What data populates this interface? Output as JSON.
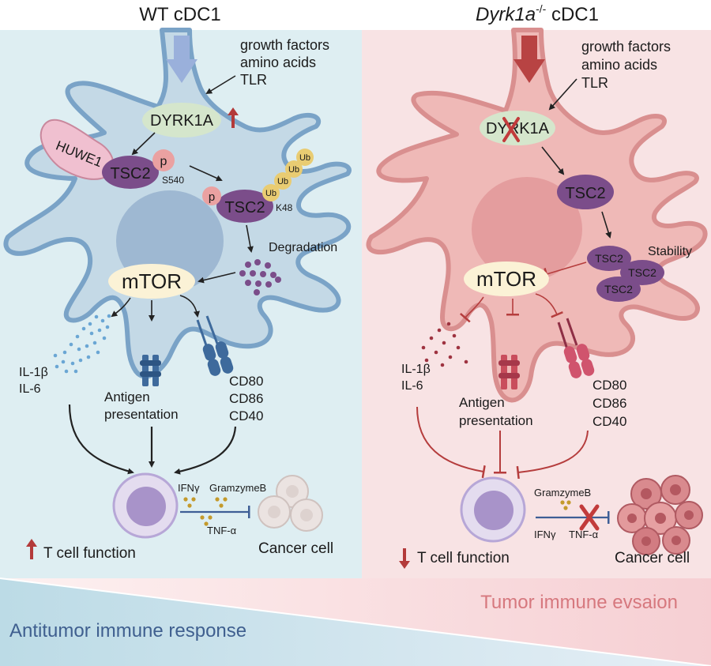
{
  "panels": {
    "left_title": "WT cDC1",
    "right_title_gene": "Dyrk1a",
    "right_title_sup": "-/-",
    "right_title_suffix": " cDC1"
  },
  "left": {
    "signals": [
      "growth factors",
      "amino acids",
      "TLR"
    ],
    "dyrk1a": "DYRK1A",
    "huwe1": "HUWE1",
    "tsc2": "TSC2",
    "p": "p",
    "s540": "S540",
    "ub": "Ub",
    "k48": "K48",
    "degradation": "Degradation",
    "mtor": "mTOR",
    "cytokines": [
      "IL-1β",
      "IL-6"
    ],
    "antigen": [
      "Antigen",
      "presentation"
    ],
    "costim": [
      "CD80",
      "CD86",
      "CD40"
    ],
    "ifng": "IFNγ",
    "gzmb": "GramzymeB",
    "tnfa": "TNF-α",
    "cancer": "Cancer cell",
    "tcell": "T cell function"
  },
  "right": {
    "signals": [
      "growth factors",
      "amino acids",
      "TLR"
    ],
    "dyrk1a": "DYRK1A",
    "tsc2": "TSC2",
    "stability": "Stability",
    "mtor": "mTOR",
    "cytokines": [
      "IL-1β",
      "IL-6"
    ],
    "antigen": [
      "Antigen",
      "presentation"
    ],
    "costim": [
      "CD80",
      "CD86",
      "CD40"
    ],
    "ifng": "IFNγ",
    "gzmb": "GramzymeB",
    "tnfa": "TNF-α",
    "cancer": "Cancer cell",
    "tcell": "T cell function"
  },
  "bottom": {
    "evasion": "Tumor immune evsaion",
    "antitumor": "Antitumor immune response"
  },
  "colors": {
    "left_bg": "#deeef2",
    "right_bg": "#f8e3e4",
    "left_cell": "#c4d9e6",
    "left_cell_stroke": "#7aa3c7",
    "right_cell": "#efb9b7",
    "right_cell_stroke": "#d98f8f",
    "tsc2": "#7b4d8a",
    "up_arrow": "#b33a3a",
    "down_arrow": "#b33a3a",
    "inhibit_red": "#b53d3d",
    "blue_arrow": "#9ab0db",
    "evasion_text": "#d6787e",
    "antitumor_text": "#3f5f8f"
  }
}
